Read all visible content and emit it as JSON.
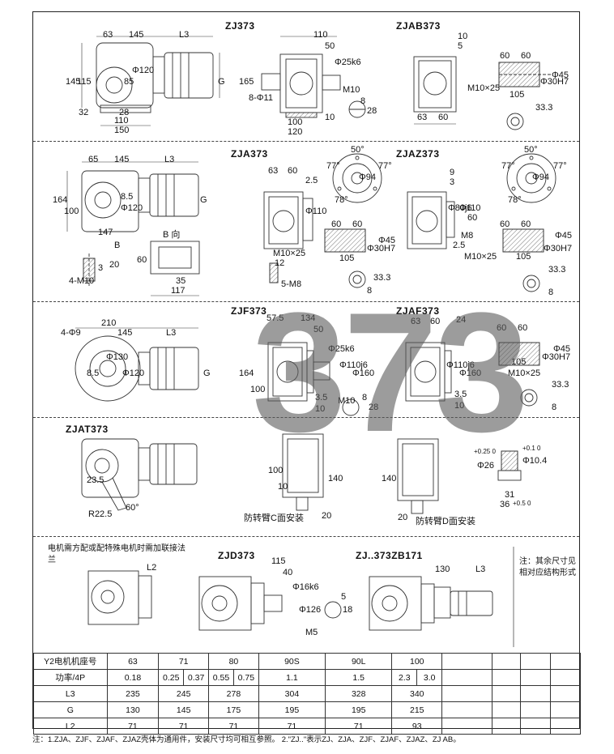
{
  "watermark": "373",
  "titles": {
    "zj": "ZJ373",
    "zjab": "ZJAB373",
    "zja": "ZJA373",
    "zjaz": "ZJAZ373",
    "zjf": "ZJF373",
    "zjaf": "ZJAF373",
    "zjat": "ZJAT373",
    "zjd": "ZJD373",
    "zjzb": "ZJ..373ZB171"
  },
  "dims": {
    "zj_63": "63",
    "zj_145": "145",
    "zj_L3": "L3",
    "zj_G": "G",
    "zj_145v": "145",
    "zj_115": "115",
    "zj_32": "32",
    "zj_120": "Φ120",
    "zj_85": "85",
    "zj_28": "28",
    "zj_110": "110",
    "zj_150": "150",
    "zjs_110": "110",
    "zjs_50": "50",
    "zjs_25k6": "Φ25k6",
    "zjs_165": "165",
    "zjs_8phi11": "8-Φ11",
    "zjs_M10": "M10",
    "zjs_10": "10",
    "zjs_100": "100",
    "zjs_120": "120",
    "zjs_8": "8",
    "zjs_28": "28",
    "zjab_10": "10",
    "zjab_5": "5",
    "zjab_63": "63",
    "zjab_60": "60",
    "zjab_60a": "60",
    "zjab_60b": "60",
    "zjab_30H7": "Φ30H7",
    "zjab_45": "Φ45",
    "zjab_M10x25": "M10×25",
    "zjab_105": "105",
    "zjab_333": "33.3",
    "zja_65": "65",
    "zja_145": "145",
    "zja_L3": "L3",
    "zja_G": "G",
    "zja_164": "164",
    "zja_100": "100",
    "zja_85": "8.5",
    "zja_120": "Φ120",
    "zja_147": "147",
    "zja_B": "B",
    "zja_Bdir": "B 向",
    "zja_3": "3",
    "zja_20": "20",
    "zja_4M10": "4-M10",
    "zja_60": "60",
    "zja_35": "35",
    "zja_117": "117",
    "zjas_63": "63",
    "zjas_60": "60",
    "zjas_25": "2.5",
    "zjas_110": "Φ110",
    "zjas_50d": "50°",
    "zjas_77a": "77°",
    "zjas_77b": "77°",
    "zjas_94": "Φ94",
    "zjas_78": "78°",
    "zjas_60a": "60",
    "zjas_60b": "60",
    "zjas_30H7": "Φ30H7",
    "zjas_45": "Φ45",
    "zjas_M10x25": "M10×25",
    "zjas_105": "105",
    "zjas_12": "12",
    "zjas_5M8": "5-M8",
    "zjas_8": "8",
    "zjas_333": "33.3",
    "zjaz_9": "9",
    "zjaz_3": "3",
    "zjaz_80j6": "Φ80j6",
    "zjaz_110": "Φ110",
    "zjaz_M8": "M8",
    "zjaz_25": "2.5",
    "zjaz_60": "60",
    "zjaz_60a": "60",
    "zjaz_60b": "60",
    "zjaz_30H7": "Φ30H7",
    "zjaz_45": "Φ45",
    "zjaz_M10x25": "M10×25",
    "zjaz_105": "105",
    "zjaz_8": "8",
    "zjaz_333": "33.3",
    "zjaz_50d": "50°",
    "zjaz_77a": "77°",
    "zjaz_77b": "77°",
    "zjaz_94": "Φ94",
    "zjaz_78": "78°",
    "zjf_4phi9": "4-Φ9",
    "zjf_210": "210",
    "zjf_145": "145",
    "zjf_L3": "L3",
    "zjf_130": "Φ130",
    "zjf_85": "8.5",
    "zjf_120": "Φ120",
    "zjf_G": "G",
    "zjfs_575": "57.5",
    "zjfs_134": "134",
    "zjfs_50": "50",
    "zjfs_25k6": "Φ25k6",
    "zjfs_110j6": "Φ110j6",
    "zjfs_160": "Φ160",
    "zjfs_164": "164",
    "zjfs_100": "100",
    "zjfs_35": "3.5",
    "zjfs_10": "10",
    "zjfs_M10": "M10",
    "zjfs_8": "8",
    "zjfs_28": "28",
    "zjaf_63": "63",
    "zjaf_60": "60",
    "zjaf_24": "24",
    "zjaf_110j6": "Φ110j6",
    "zjaf_160": "Φ160",
    "zjaf_35": "3.5",
    "zjaf_10": "10",
    "zjaf_60a": "60",
    "zjaf_60b": "60",
    "zjaf_30H7": "Φ30H7",
    "zjaf_45": "Φ45",
    "zjaf_M10x25": "M10×25",
    "zjaf_105": "105",
    "zjaf_8": "8",
    "zjaf_333": "33.3",
    "zjat_235": "23.5",
    "zjat_R225": "R22.5",
    "zjat_60d": "60°",
    "zjat_100": "100",
    "zjat_10": "10",
    "zjat_140": "140",
    "zjat_20": "20",
    "zjat_140b": "140",
    "zjat_20b": "20",
    "zjat_cap_c": "防转臂C面安装",
    "zjat_cap_d": "防转臂D面安装",
    "zjat_26": "Φ26",
    "zjat_26tol": "+0.25 0",
    "zjat_104": "Φ10.4",
    "zjat_104tol": "+0.1 0",
    "zjat_31": "31",
    "zjat_36": "36",
    "zjat_36tol": "+0.5 0",
    "zjd_115": "115",
    "zjd_40": "40",
    "zjd_16k6": "Φ16k6",
    "zjd_126": "Φ126",
    "zjd_M5": "M5",
    "zjd_5": "5",
    "zjd_18": "18",
    "zb_130": "130",
    "zb_L3": "L3",
    "l2": "L2"
  },
  "flange_note": "电机需方配或配特殊电机时需加联接法兰",
  "side_note": "注：其余尺寸见相对应结构形式",
  "table": {
    "rows": [
      {
        "head": "Y2电机机座号",
        "cells": [
          "63",
          "71",
          "",
          "80",
          "",
          "90S",
          "90L",
          "100",
          "",
          "",
          "",
          "",
          ""
        ]
      },
      {
        "head": "功率/4P",
        "cells": [
          "0.18",
          "0.25",
          "0.37",
          "0.55",
          "0.75",
          "1.1",
          "1.5",
          "2.3",
          "3.0",
          "",
          "",
          "",
          ""
        ]
      },
      {
        "head": "L3",
        "cells": [
          "235",
          "245",
          "",
          "278",
          "",
          "304",
          "328",
          "340",
          "",
          "",
          "",
          "",
          ""
        ]
      },
      {
        "head": "G",
        "cells": [
          "130",
          "145",
          "",
          "175",
          "",
          "195",
          "195",
          "215",
          "",
          "",
          "",
          "",
          ""
        ]
      },
      {
        "head": "L2",
        "cells": [
          "71",
          "71",
          "",
          "71",
          "",
          "71",
          "71",
          "93",
          "",
          "",
          "",
          "",
          ""
        ]
      }
    ]
  },
  "footer": "注：1.ZJA、ZJF、ZJAF、ZJAZ壳体为通用件，安装尺寸均可相互参照。    2.\"ZJ..\"表示ZJ、ZJA、ZJF、ZJAF、ZJAZ、ZJ AB。"
}
